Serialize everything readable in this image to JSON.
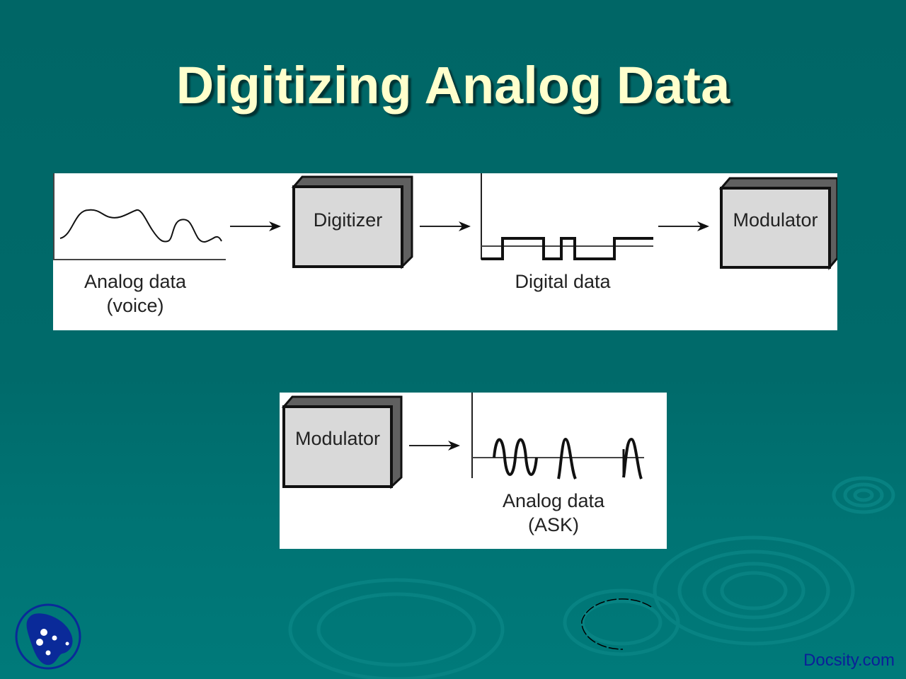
{
  "slide": {
    "title": "Digitizing Analog Data",
    "watermark": "Docsity.com",
    "logo_icon": "docsity-logo-icon"
  },
  "colors": {
    "background": "#006666",
    "title_text": "#ffffcc",
    "panel_bg": "#ffffff",
    "box_face": "#d9d9d9",
    "box_side": "#606060",
    "watermark": "#0b1f99",
    "logo": "#0a2a99"
  },
  "diagram_top": {
    "analog_label_line1": "Analog data",
    "analog_label_line2": "(voice)",
    "digitizer_label": "Digitizer",
    "digital_label": "Digital data",
    "modulator_label": "Modulator"
  },
  "diagram_bottom": {
    "modulator_label": "Modulator",
    "output_label_line1": "Analog data",
    "output_label_line2": "(ASK)"
  }
}
